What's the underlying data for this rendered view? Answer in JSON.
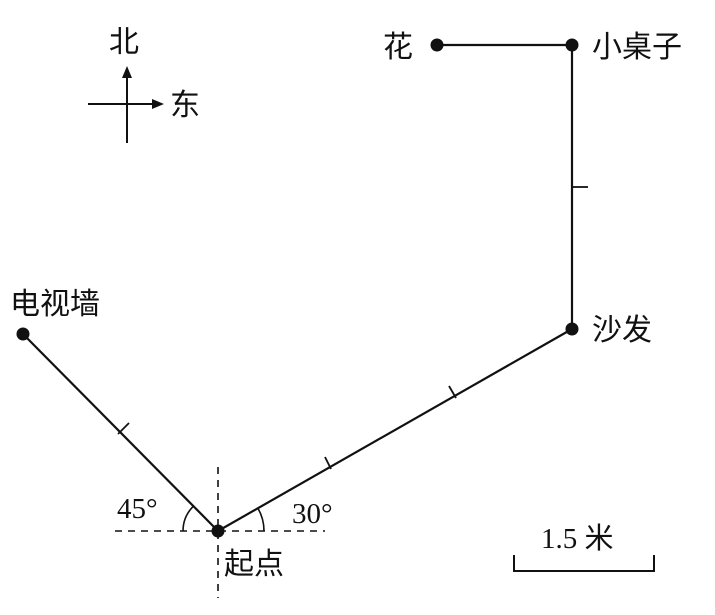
{
  "compass": {
    "north_label": "北",
    "east_label": "东"
  },
  "points": {
    "start": "起点",
    "tv_wall": "电视墙",
    "sofa": "沙发",
    "small_table": "小桌子",
    "flower": "花"
  },
  "angles": {
    "left": "45°",
    "right": "30°"
  },
  "scale": {
    "label": "1.5 米"
  },
  "colors": {
    "ink": "#111111",
    "background": "#ffffff"
  }
}
